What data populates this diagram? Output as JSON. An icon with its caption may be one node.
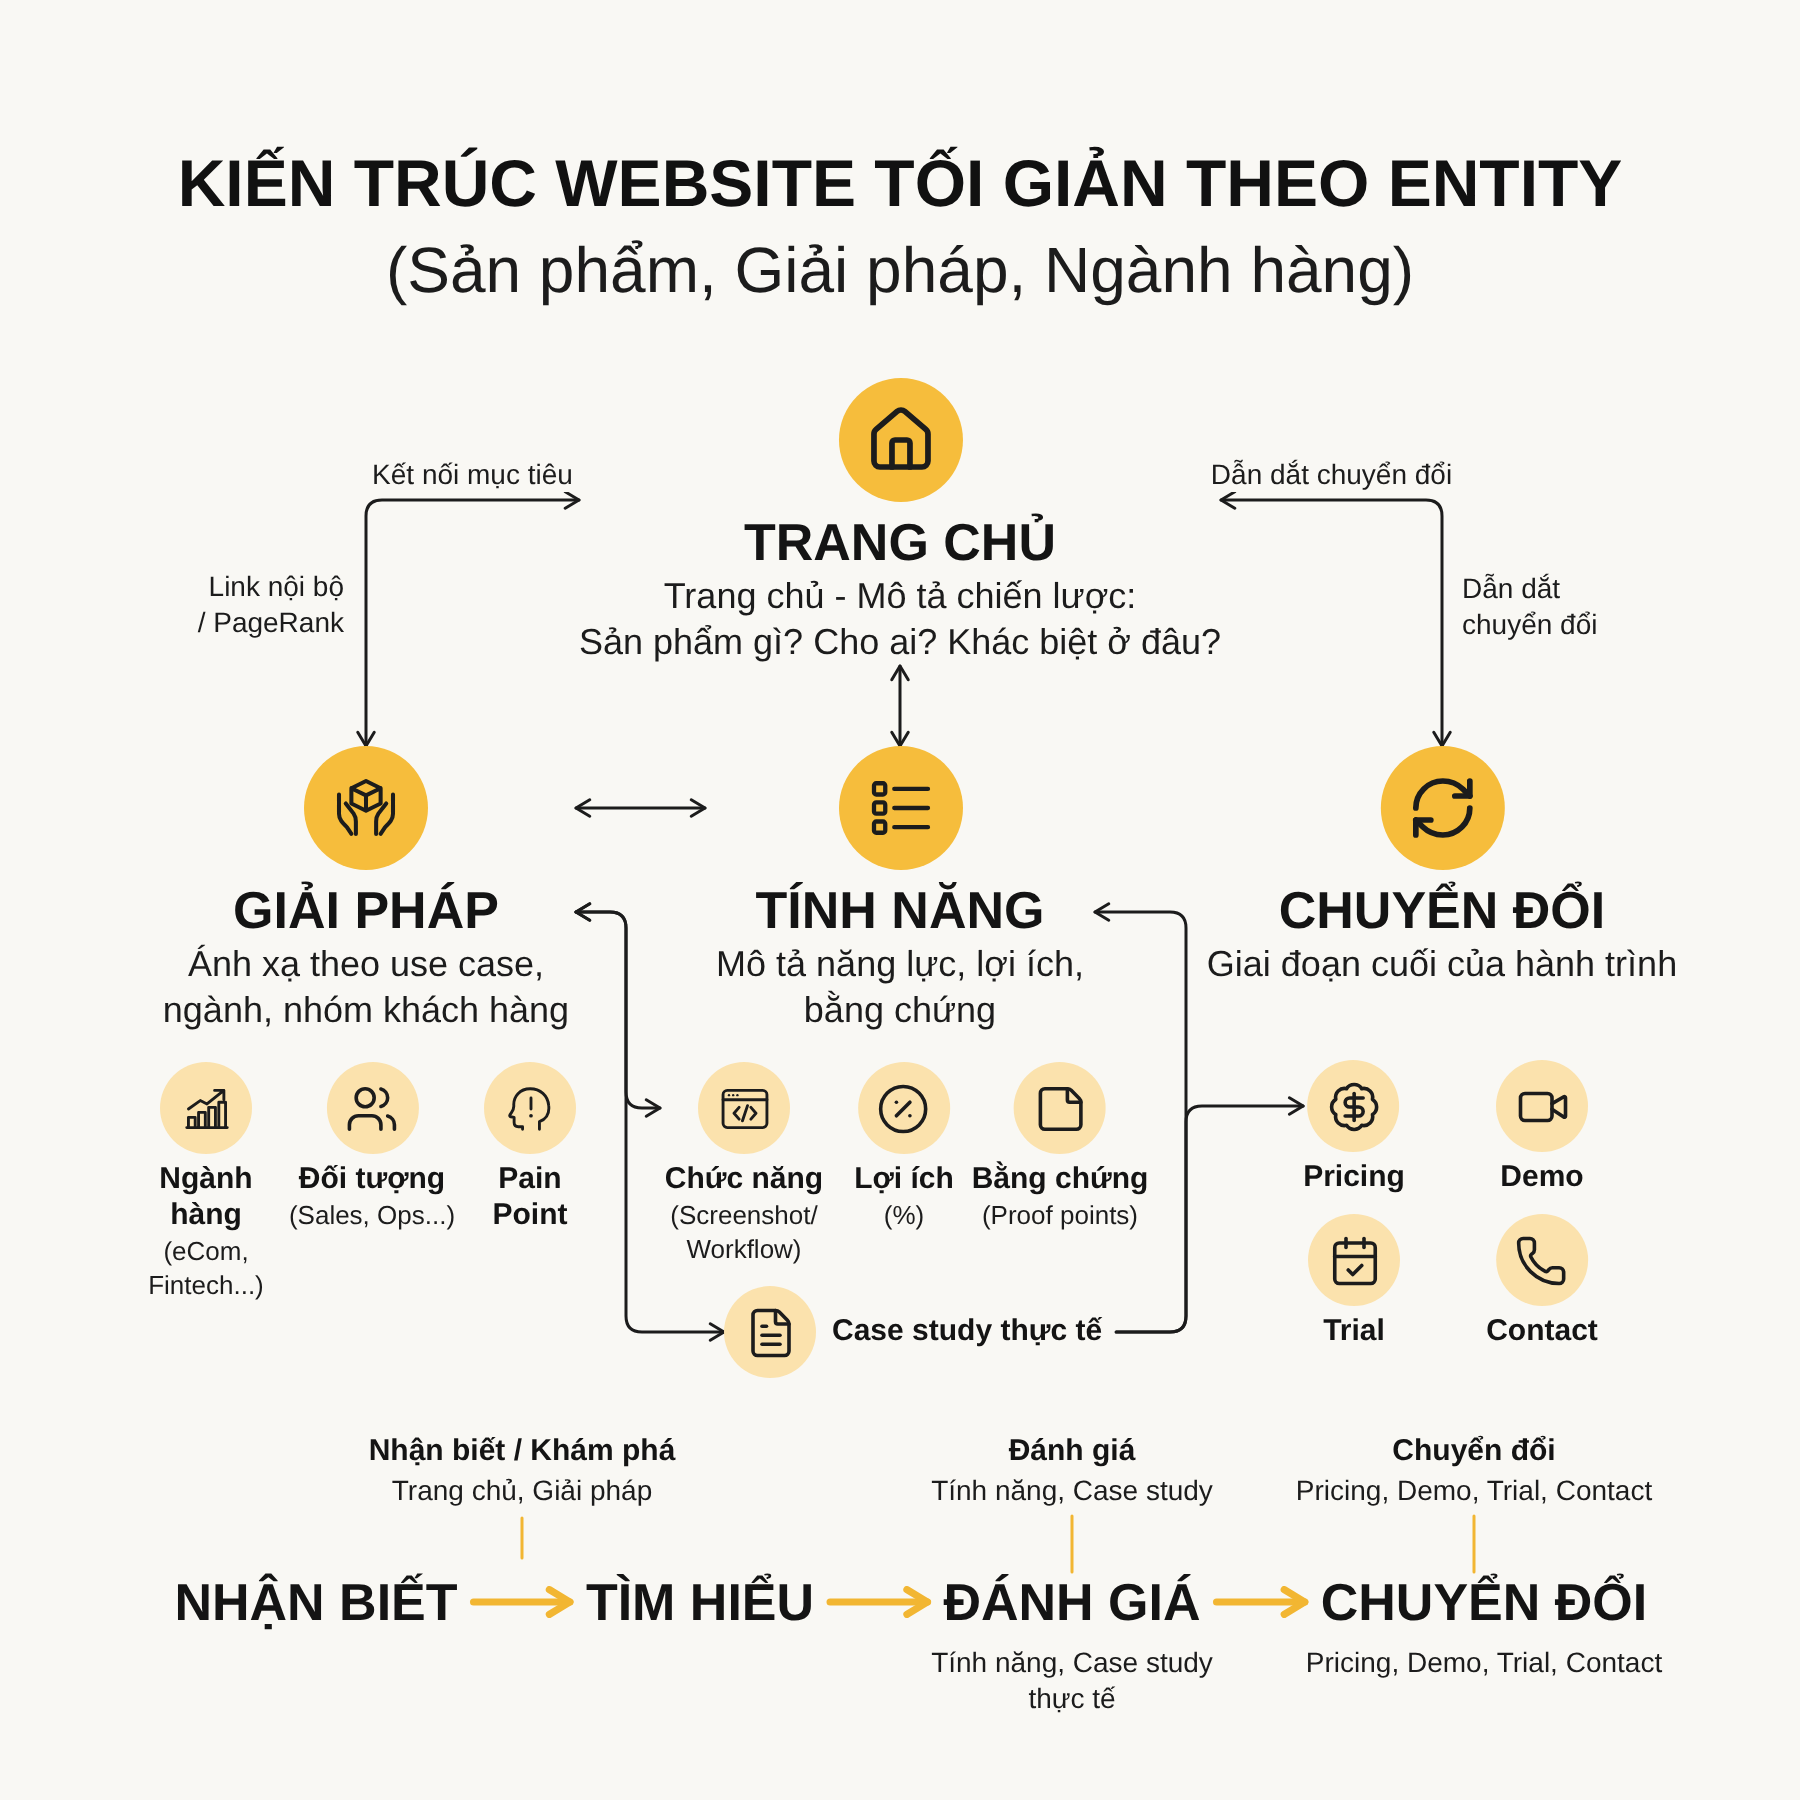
{
  "diagram": {
    "title": "KIẾN TRÚC WEBSITE TỐI GIẢN THEO ENTITY",
    "nodes": [
      {
        "text": [
          "TRANG CHỦ",
          "Trang chủ - Mô tả chiến lược:",
          "Sản phẩm gì? Cho ai? Khác biệt ở đâu?"
        ]
      },
      {
        "text": [
          "GIẢI PHÁP",
          "Ánh xạ theo use case, ngành, nhóm khách hàng"
        ]
      },
      {
        "text": [
          "TÍNH NĂNG",
          "Mô tả năng lực, lợi ích, bằng chứng"
        ]
      },
      {
        "text": [
          "CHUYỂN ĐỔI",
          "Giai đoạn cuối của hành trình"
        ]
      },
      {
        "text": [
          "Ngành hàng",
          "(eCom, Fintech...)"
        ]
      },
      {
        "text": [
          "Đối tượng",
          "(Sales, Ops...)"
        ]
      },
      {
        "text": [
          "Pain Point"
        ]
      },
      {
        "text": [
          "Chức năng",
          "(Screenshot/ Workflow)"
        ]
      },
      {
        "text": [
          "Lợi ích",
          "(%)"
        ]
      },
      {
        "text": [
          "Bằng chứng",
          "(Proof points)"
        ]
      },
      {
        "text": [
          "Case study thực tế"
        ]
      },
      {
        "text": [
          "Pricing"
        ]
      },
      {
        "text": [
          "Demo"
        ]
      },
      {
        "text": [
          "Trial"
        ]
      },
      {
        "text": [
          "Contact"
        ]
      },
      {
        "text": [
          "Nhận biết / Khám phá",
          "Trang chủ, Giải pháp"
        ]
      },
      {
        "text": [
          "Đánh giá",
          "Tính năng, Case study"
        ]
      },
      {
        "text": [
          "Chuyển đổi",
          "Pricing, Demo, Trial, Contact"
        ]
      },
      {
        "text": [
          "NHẬN BIẾT"
        ]
      },
      {
        "text": [
          "TÌM HIỂU"
        ]
      },
      {
        "text": [
          "ĐÁNH GIÁ"
        ],
        "beside": [
          "Tính năng, Case study thực tế"
        ]
      },
      {
        "text": [
          "CHUYỂN ĐỔI"
        ],
        "beside": [
          "Pricing, Demo, Trial, Contact"
        ]
      }
    ],
    "edges": [
      {
        "from": 0,
        "to": 1,
        "arrow": "both",
        "label": "Kết nối mục tiêu"
      },
      {
        "from": 0,
        "to": 3,
        "arrow": "both",
        "label": "Dẫn dắt chuyển đổi"
      },
      {
        "from": 0,
        "to": 2,
        "arrow": "both"
      },
      {
        "from": 1,
        "to": 2,
        "arrow": "both"
      },
      {
        "from": 1,
        "to": 7,
        "arrow": "both"
      },
      {
        "from": 1,
        "to": 10,
        "arrow": "both"
      },
      {
        "from": 10,
        "to": 2,
        "arrow": "to"
      },
      {
        "from": 10,
        "to": 11,
        "arrow": "to"
      },
      {
        "from": 18,
        "to": 19,
        "arrow": "to",
        "style": "thick",
        "color": "#f2b632"
      },
      {
        "from": 19,
        "to": 20,
        "arrow": "to",
        "style": "thick",
        "color": "#f2b632"
      },
      {
        "from": 20,
        "to": 21,
        "arrow": "to",
        "style": "thick",
        "color": "#f2b632"
      },
      {
        "from": 15,
        "to": null,
        "arrow": "none",
        "color": "#f2b632"
      },
      {
        "from": 16,
        "to": 20,
        "arrow": "none",
        "color": "#f2b632"
      },
      {
        "from": 17,
        "to": 21,
        "arrow": "none",
        "color": "#f2b632"
      }
    ],
    "labels": [
      "(Sản phẩm, Giải pháp, Ngành hàng)",
      "Link nội bộ / PageRank",
      "Dẫn dắt chuyển đổi"
    ]
  }
}
